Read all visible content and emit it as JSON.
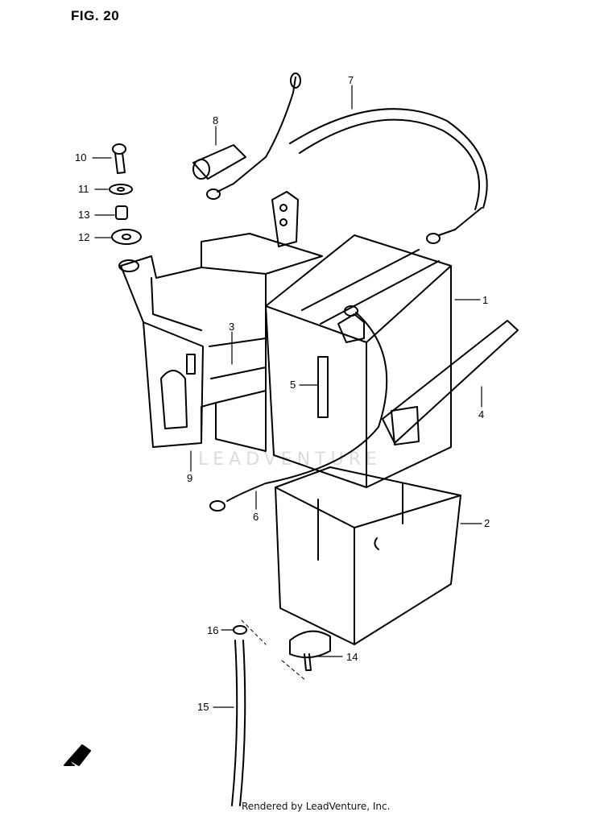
{
  "figure": {
    "title": "FIG. 20"
  },
  "watermark": "LEADVENTURE",
  "footer": "Rendered by LeadVenture, Inc.",
  "parts": [
    {
      "id": "callout-1",
      "label": "1"
    },
    {
      "id": "callout-2",
      "label": "2"
    },
    {
      "id": "callout-3",
      "label": "3"
    },
    {
      "id": "callout-4",
      "label": "4"
    },
    {
      "id": "callout-5",
      "label": "5"
    },
    {
      "id": "callout-6",
      "label": "6"
    },
    {
      "id": "callout-7",
      "label": "7"
    },
    {
      "id": "callout-8",
      "label": "8"
    },
    {
      "id": "callout-9",
      "label": "9"
    },
    {
      "id": "callout-10",
      "label": "10"
    },
    {
      "id": "callout-11",
      "label": "11"
    },
    {
      "id": "callout-12",
      "label": "12"
    },
    {
      "id": "callout-13",
      "label": "13"
    },
    {
      "id": "callout-14",
      "label": "14"
    },
    {
      "id": "callout-15",
      "label": "15"
    },
    {
      "id": "callout-16",
      "label": "16"
    }
  ]
}
